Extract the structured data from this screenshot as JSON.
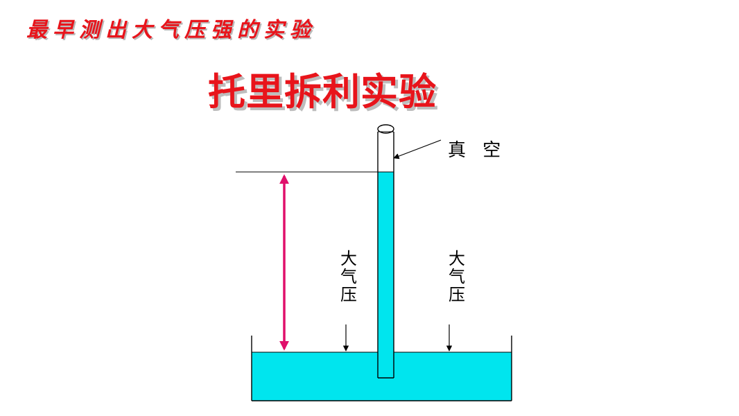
{
  "slide": {
    "heading": "最早测出大气压强的实验",
    "title": "托里拆利实验",
    "labels": {
      "vacuum": "真 空",
      "pressure_left": "大气压",
      "pressure_right": "大气压"
    },
    "colors": {
      "heading": "#e8141b",
      "mercury": "#00e5ee",
      "height_arrow": "#e0106b",
      "lines": "#000000"
    }
  }
}
